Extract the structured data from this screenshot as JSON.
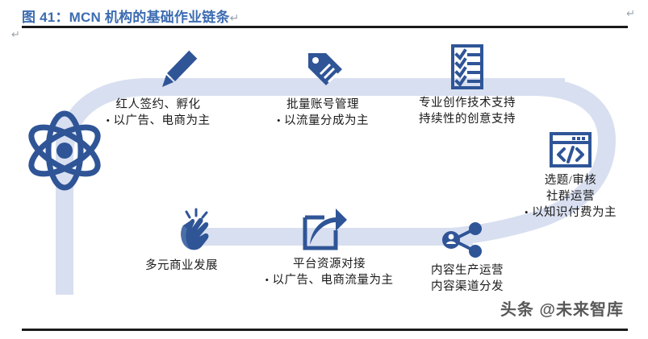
{
  "header": {
    "figure_title": "图 41：MCN 机构的基础作业链条",
    "paragraph_mark": "↵",
    "top_right_mark": "↵",
    "left_mark": "↵"
  },
  "colors": {
    "title_blue": "#3c6cb1",
    "icon_blue": "#2f5597",
    "band_blue": "#d8dff0",
    "rule_black": "#1a1a1a"
  },
  "diagram": {
    "anchor": {
      "icon": "atom-icon"
    },
    "nodes": [
      {
        "id": "node-1",
        "icon": "pencil-icon",
        "lines": [
          {
            "text": "红人签约、孵化",
            "bullet": false
          },
          {
            "text": "以广告、电商为主",
            "bullet": true
          }
        ]
      },
      {
        "id": "node-2",
        "icon": "tag-icon",
        "lines": [
          {
            "text": "批量账号管理",
            "bullet": false
          },
          {
            "text": "以流量分成为主",
            "bullet": true
          }
        ]
      },
      {
        "id": "node-3",
        "icon": "checklist-icon",
        "lines": [
          {
            "text": "专业创作技术支持",
            "bullet": false
          },
          {
            "text": "持续性的创意支持",
            "bullet": false
          }
        ]
      },
      {
        "id": "node-4",
        "icon": "code-window-icon",
        "lines": [
          {
            "text": "选题/审核",
            "bullet": false
          },
          {
            "text": "社群运营",
            "bullet": false
          },
          {
            "text": "以知识付费为主",
            "bullet": true
          }
        ]
      },
      {
        "id": "node-5",
        "icon": "share-network-icon",
        "lines": [
          {
            "text": "内容生产运营",
            "bullet": false
          },
          {
            "text": "内容渠道分发",
            "bullet": false
          }
        ]
      },
      {
        "id": "node-6",
        "icon": "share-export-icon",
        "lines": [
          {
            "text": "平台资源对接",
            "bullet": false
          },
          {
            "text": "以广告、电商流量为主",
            "bullet": true
          }
        ]
      },
      {
        "id": "node-7",
        "icon": "clapping-hands-icon",
        "lines": [
          {
            "text": "多元商业发展",
            "bullet": false
          }
        ]
      }
    ]
  },
  "footer": {
    "watermark": "头条 @未来智库"
  }
}
